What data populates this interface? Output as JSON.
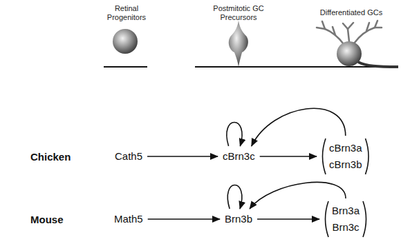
{
  "diagram": {
    "nodes": [
      {
        "text": [
          "Cath5"
        ]
      },
      {
        "text": [
          "cBrn3c"
        ]
      },
      {
        "text": [
          "cBrn3a",
          "cBrn3b"
        ]
      },
      {
        "text": [
          "Math5"
        ]
      },
      {
        "text": [
          "Brn3b"
        ]
      },
      {
        "text": [
          "Brn3a",
          "Brn3c"
        ]
      }
    ],
    "edges": [
      {
        "from": 0,
        "to": 1,
        "arrow": "to"
      },
      {
        "from": 1,
        "to": 2,
        "arrow": "to"
      },
      {
        "from": 1,
        "to": 1,
        "arrow": "to"
      },
      {
        "from": 2,
        "to": 1,
        "arrow": "to"
      },
      {
        "from": 3,
        "to": 4,
        "arrow": "to"
      },
      {
        "from": 4,
        "to": 5,
        "arrow": "to"
      },
      {
        "from": 4,
        "to": 4,
        "arrow": "to"
      },
      {
        "from": 5,
        "to": 4,
        "arrow": "to"
      }
    ],
    "labels": [
      "Retinal Progenitors",
      "Postmitotic GC Precursors",
      "Differentiated GCs",
      "Chicken",
      "Mouse"
    ]
  }
}
